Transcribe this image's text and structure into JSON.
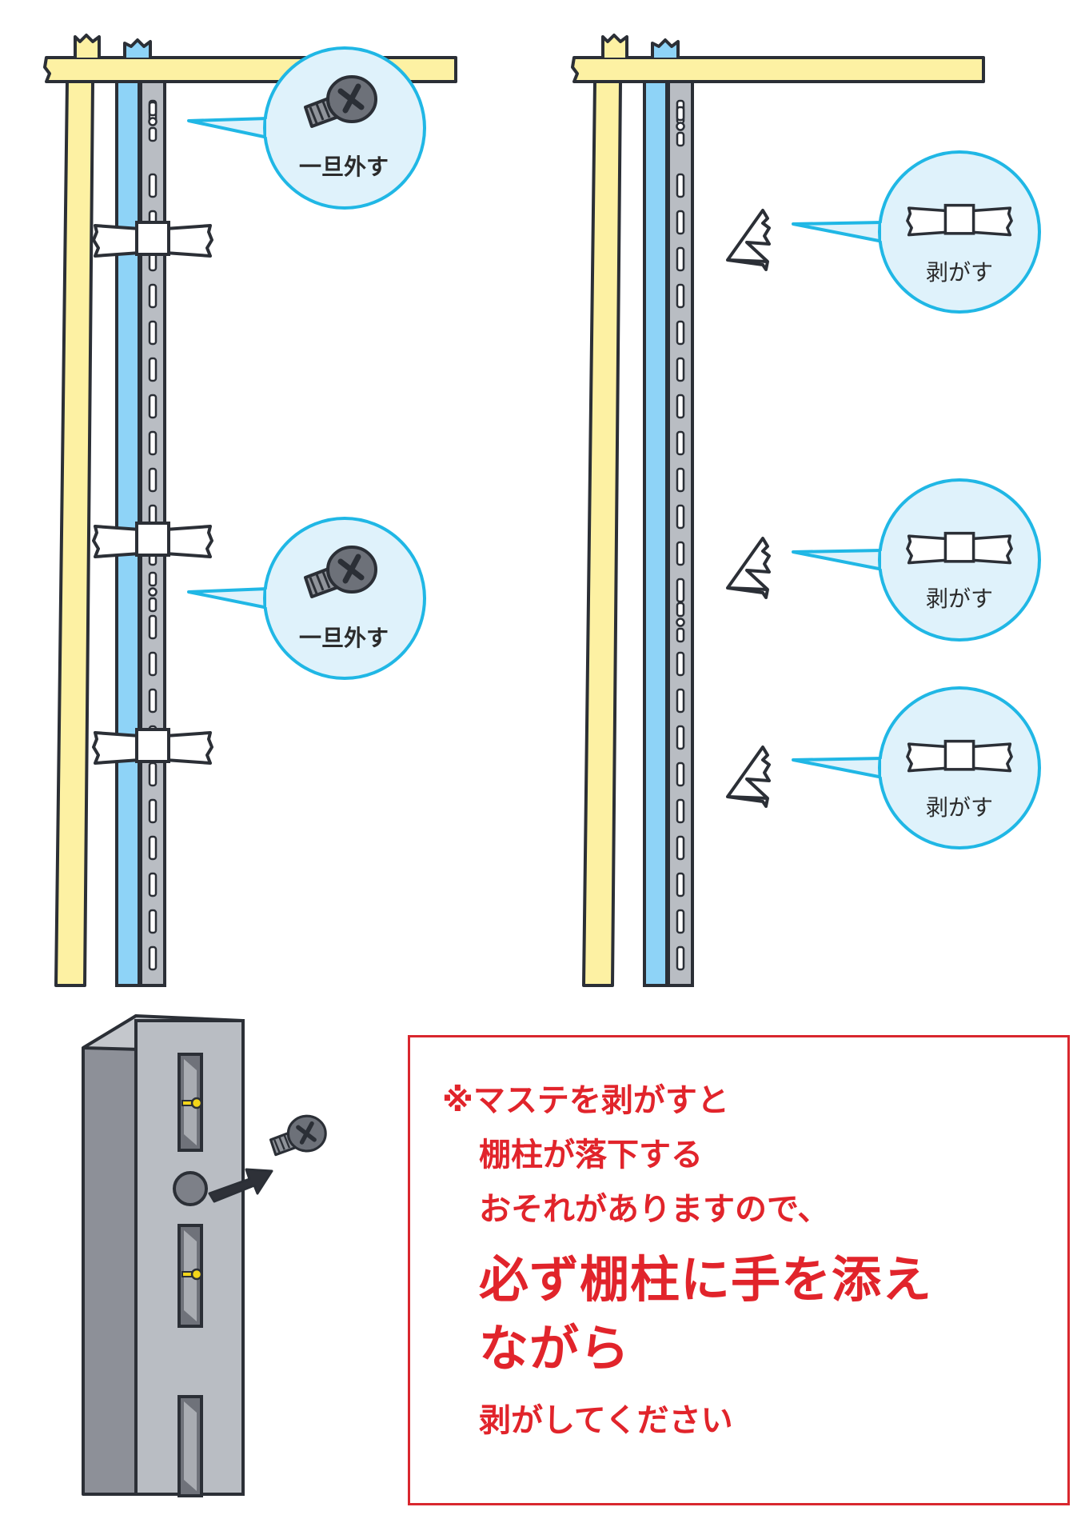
{
  "colors": {
    "outline": "#2b2f36",
    "wood_yellow": "#fdf1a3",
    "wall_blue": "#8ed3f7",
    "rail_gray": "#b9bdc3",
    "rail_gray_dark": "#9c9fa6",
    "bubble_fill": "#dff2fb",
    "bubble_stroke": "#20b7e5",
    "warning_red": "#e1242b",
    "screw_yellow": "#f3d51a"
  },
  "icons": {
    "screw": "screw-icon",
    "tape": "masking-tape-icon",
    "peeled_tape": "peeled-tape-icon",
    "arrow": "arrow-icon"
  },
  "panels": {
    "left": {
      "callouts": [
        {
          "label": "一旦外す",
          "icon": "screw-icon"
        },
        {
          "label": "一旦外す",
          "icon": "screw-icon"
        }
      ]
    },
    "right": {
      "callouts": [
        {
          "label": "剥がす",
          "icon": "masking-tape-icon"
        },
        {
          "label": "剥がす",
          "icon": "masking-tape-icon"
        },
        {
          "label": "剥がす",
          "icon": "masking-tape-icon"
        }
      ]
    }
  },
  "warning": {
    "lines": [
      "※マステを剥がすと",
      "棚柱が落下する",
      "おそれがありますので、",
      "必ず棚柱に手を添え",
      "ながら",
      "剥がしてください"
    ]
  }
}
